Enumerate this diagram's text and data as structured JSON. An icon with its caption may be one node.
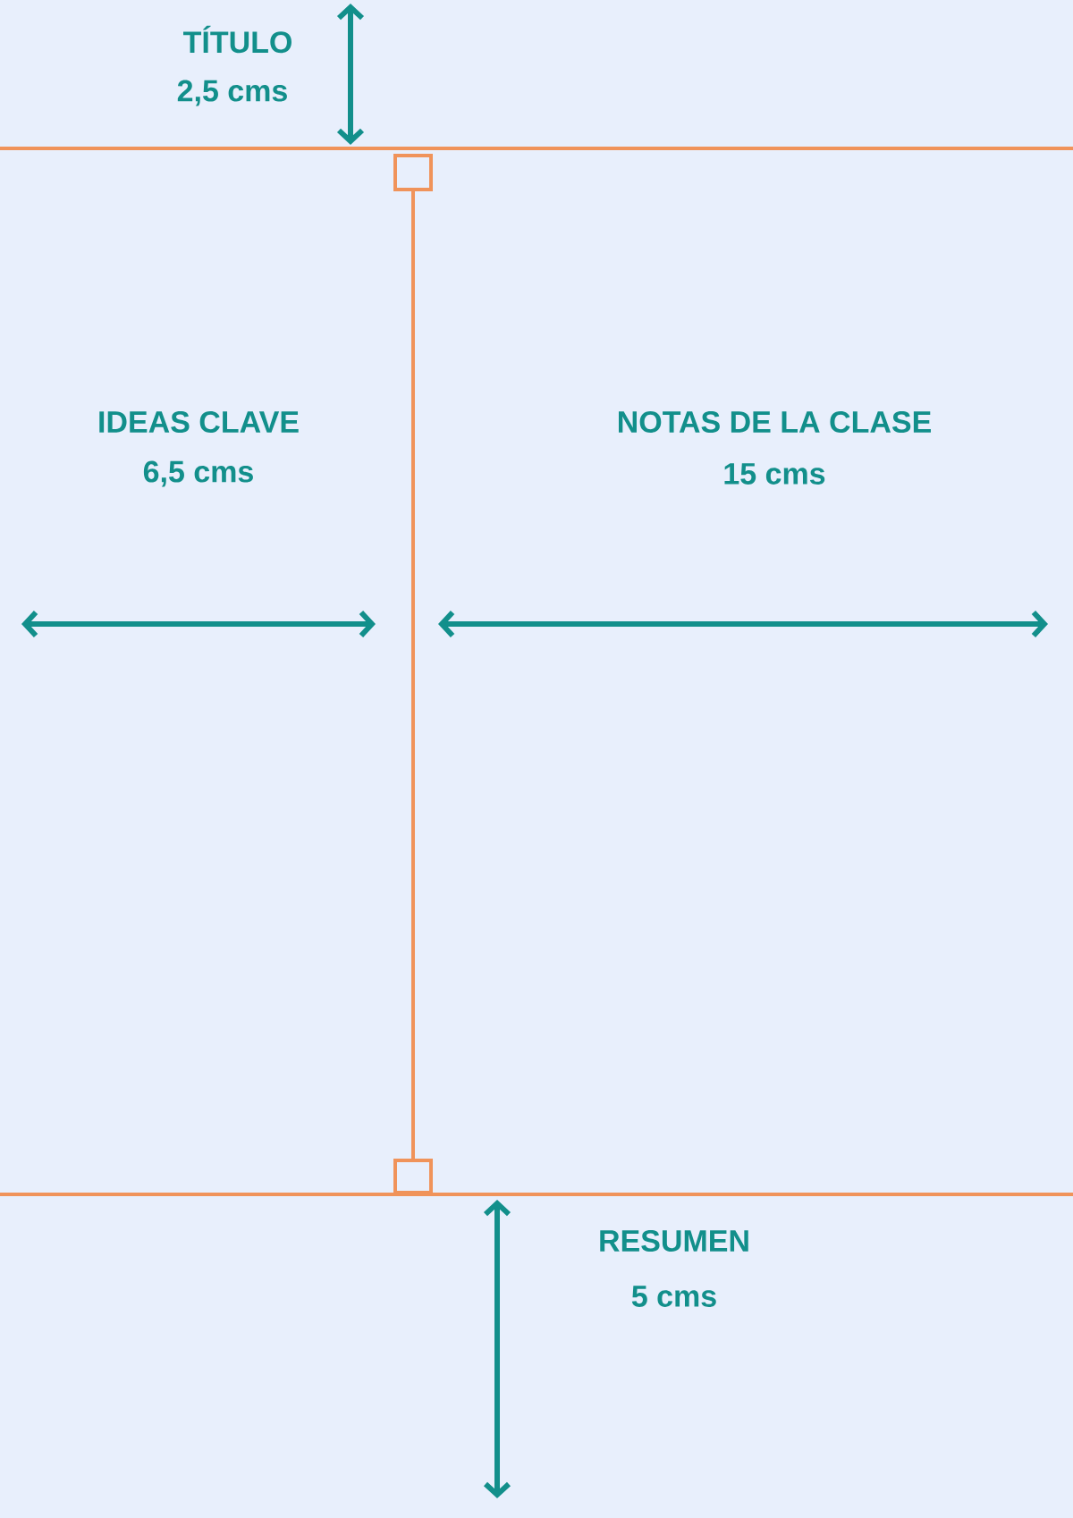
{
  "diagram": {
    "labels": [
      "TÍTULO",
      "2,5 cms",
      "IDEAS CLAVE",
      "6,5 cms",
      "NOTAS DE LA CLASE",
      "15 cms",
      "RESUMEN",
      "5 cms"
    ]
  }
}
